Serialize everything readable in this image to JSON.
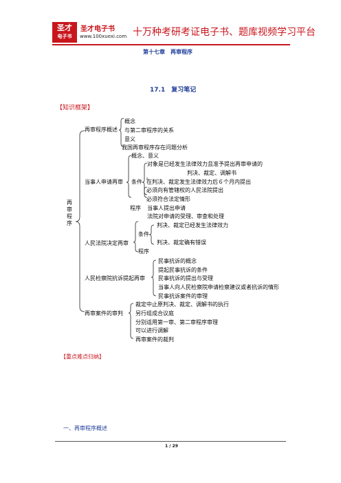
{
  "header": {
    "logo_text_line1": "圣才",
    "logo_text_line2": "电子书",
    "brand_name": "圣才电子书",
    "brand_url": "www.100xuexi.com",
    "slogan": "十万种考研考证电子书、题库视频学习平台"
  },
  "chapter_title": "第十七章　再审程序",
  "section_title": "17.1　复习笔记",
  "framework_label": "【知识框架】",
  "root_label": "再审程序",
  "tree": {
    "overview": {
      "label": "再审程序概述",
      "items": [
        "概念",
        "与第二审程序的关系",
        "意义",
        "我国再审程序存在问题分析"
      ]
    },
    "party": {
      "label": "当事人申请再审",
      "concept": "概念、意义",
      "conditions_label": "条件",
      "conditions": [
        "对象是已经发生法律效力且准予提出再审申请的",
        "判决、裁定、调解书",
        "在判决、裁定发生法律效力后６个月内提出",
        "必须向有管辖权的人民法院提出",
        "必须符合法定情形"
      ],
      "procedure_label": "程序",
      "procedure": [
        "当事人提出申请",
        "法院对申请的受理、审查和处理"
      ]
    },
    "court": {
      "label": "人民法院决定再审",
      "conditions_label": "条件",
      "conditions": [
        "判决、裁定已经发生法律效力",
        "判决、裁定确有错误"
      ],
      "procedure_label": "程序"
    },
    "procuratorate": {
      "label": "人民检察院抗诉提起再审",
      "items": [
        "民事抗诉的概念",
        "提起民事抗诉的条件",
        "民事抗诉的提出与受理",
        "当事人向人民检察院申请检察建议或者抗诉的情形",
        "民事抗诉案件的审理"
      ]
    },
    "trial": {
      "label": "再审案件的审判",
      "items": [
        "裁定中止原判决、裁定、调解书的执行",
        "另行组成合议庭",
        "分别适用第一审、第二审程序审理",
        "可以进行调解",
        "再审案件的裁判"
      ]
    }
  },
  "key_points_label": "【重点难点归纳】",
  "subheading": "一、再审程序概述",
  "page_number": "1 / 29"
}
